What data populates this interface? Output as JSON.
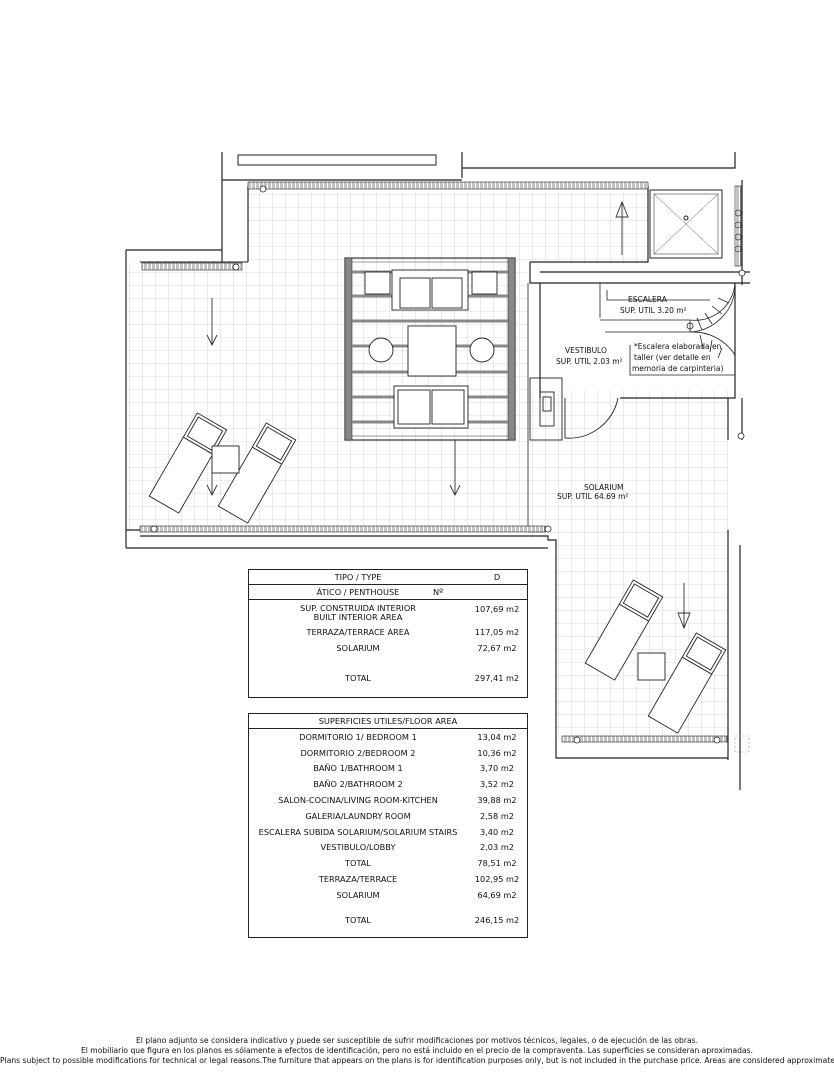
{
  "plan": {
    "labels": {
      "stairs_name": "ESCALERA",
      "stairs_area": "SUP. UTIL 3.20 m²",
      "lobby_name": "VESTIBULO",
      "lobby_area": "SUP. UTIL 2.03 m²",
      "stairs_note_1": "*Escalera elaborada en",
      "stairs_note_2": "taller (ver detalle en",
      "stairs_note_3": "memoria de carpinteria)",
      "solarium_name": "SOLARIUM",
      "solarium_area": "SUP. UTIL 64.69 m²"
    }
  },
  "type_table": {
    "header_label": "TIPO / TYPE",
    "header_value": "D",
    "subheader_label": "ÁTICO / PENTHOUSE",
    "subheader_value": "Nº",
    "rows": [
      {
        "label": "SUP. CONSTRUIDA INTERIOR",
        "value": ""
      },
      {
        "label": "BUILT INTERIOR AREA",
        "value": "107,69 m2"
      },
      {
        "label": "TERRAZA/TERRACE AREA",
        "value": "117,05 m2"
      },
      {
        "label": "SOLARIUM",
        "value": "72,67 m2"
      }
    ],
    "total_label": "TOTAL",
    "total_value": "297,41 m2"
  },
  "floor_table": {
    "header_label": "SUPERFICIES UTILES/FLOOR AREA",
    "rows": [
      {
        "label": "DORMITORIO 1/ BEDROOM 1",
        "value": "13,04 m2"
      },
      {
        "label": "DORMITORIO 2/BEDROOM 2",
        "value": "10,36 m2"
      },
      {
        "label": "BAÑO 1/BATHROOM 1",
        "value": "3,70 m2"
      },
      {
        "label": "BAÑO 2/BATHROOM 2",
        "value": "3,52 m2"
      },
      {
        "label": "SALON-COCINA/LIVING ROOM-KITCHEN",
        "value": "39,88 m2"
      },
      {
        "label": "GALERIA/LAUNDRY ROOM",
        "value": "2,58 m2"
      },
      {
        "label": "ESCALERA SUBIDA SOLARIUM/SOLARIUM STAIRS",
        "value": "3,40 m2"
      },
      {
        "label": "VESTIBULO/LOBBY",
        "value": "2,03 m2"
      },
      {
        "label": "TOTAL",
        "value": "78,51 m2"
      },
      {
        "label": "TERRAZA/TERRACE",
        "value": "102,95 m2"
      },
      {
        "label": "SOLARIUM",
        "value": "64,69 m2"
      }
    ],
    "total_label": "TOTAL",
    "total_value": "246,15 m2"
  },
  "footer": {
    "line1": "El plano adjunto se considera indicativo y puede ser susceptible de sufrir modificaciones por motivos técnicos, legales, o de ejecución de las obras.",
    "line2": "El mobiliario que figura en los planos es sólamente a efectos de identificación, pero no está incluido en el precio de la compraventa. Las superficies se consideran aproximadas.",
    "line3": "Plans subject to possible modifications for technical or legal reasons.The furniture that appears on the plans is for identification purposes only, but is not included in the purchase price. Areas are considered approximate."
  }
}
